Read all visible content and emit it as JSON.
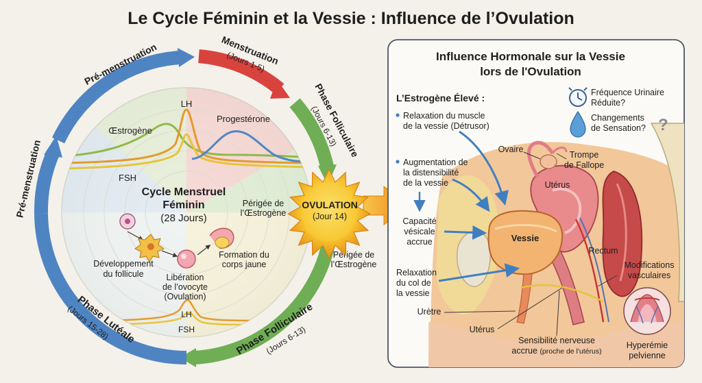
{
  "title": "Le Cycle Féminin et la Vessie : Influence de l’Ovulation",
  "cycle": {
    "center_title_1": "Cycle Menstruel",
    "center_title_2": "Féminin",
    "center_subtitle": "(28 Jours)",
    "ring": {
      "pre_menstruation_top": "Pré-menstruation",
      "pre_menstruation_left": "Pré-menstruation",
      "menstruation": "Menstruation",
      "menstruation_days": "(Jours 1-5)",
      "follicular_top": "Phase Folliculaire",
      "follicular_top_days": "(Jours 6-13)",
      "follicular_bottom": "Phase Folliculaire",
      "follicular_bottom_days": "(Jours 6-13)",
      "luteal": "Phase Lutéale",
      "luteal_days": "(Jours 15-28)"
    },
    "hormones": {
      "lh": "LH",
      "estrogen": "Œstrogène",
      "progesterone": "Progestérone",
      "fsh": "FSH",
      "lh_bottom": "LH",
      "fsh_bottom": "FSH"
    },
    "stages": {
      "follicle_1": "Développement",
      "follicle_2": "du follicule",
      "release_1": "Libération",
      "release_2": "de l’ovocyte",
      "release_3": "(Ovulation)",
      "corpus_1": "Formation du",
      "corpus_2": "corps jaune"
    },
    "estrogen_peak_top_1": "Périgée de",
    "estrogen_peak_top_2": "l’Œstrogène",
    "estrogen_peak_bottom_1": "Périgée de",
    "estrogen_peak_bottom_2": "l’Œstrogène",
    "ovulation": "OVULATION",
    "ovulation_day": "(Jour 14)"
  },
  "panel": {
    "title_1": "Influence Hormonale sur la Vessie",
    "title_2": "lors de l'Ovulation",
    "estrogen_heading": "L’Estrogène Élevé :",
    "bullet1_1": "Relaxation du muscle",
    "bullet1_2": "de la vessie (Détrusor)",
    "bullet2_1": "Augmentation de",
    "bullet2_2": "la distensibilité",
    "bullet2_3": "de la vessie",
    "capacity_1": "Capacité",
    "capacity_2": "vésicale",
    "capacity_3": "accrue",
    "neck_1": "Relaxation",
    "neck_2": "du col de",
    "neck_3": "la vessie",
    "frequency_1": "Fréquence Urinaire",
    "frequency_2": "Réduite?",
    "sensation_1": "Changements",
    "sensation_2": "de Sensation?",
    "question_mark": "?",
    "anatomy": {
      "ovary": "Ovaire",
      "tube_1": "Trompe",
      "tube_2": "de Fallope",
      "uterus_top": "Utérus",
      "bladder": "Vessie",
      "rectum": "Rectum",
      "urethra": "Urètre",
      "uterus_bottom": "Utérus",
      "vascular_1": "Modifications",
      "vascular_2": "vasculaires",
      "nerve_1": "Sensibilité nerveuse",
      "nerve_2a": "accrue",
      "nerve_2b": "(proche de l'utérus)",
      "hyperemia_1": "Hyperémie",
      "hyperemia_2": "pelvienne"
    }
  },
  "colors": {
    "menstruation": "#d9433e",
    "follicular": "#6fae54",
    "luteal": "#4f84c2",
    "estrogen_curve": "#8fb94a",
    "lh_curve": "#e59a2c",
    "fsh_curve": "#e8c43a",
    "progesterone_curve": "#4f86c6",
    "ovulation_sun": "#f3b624"
  }
}
